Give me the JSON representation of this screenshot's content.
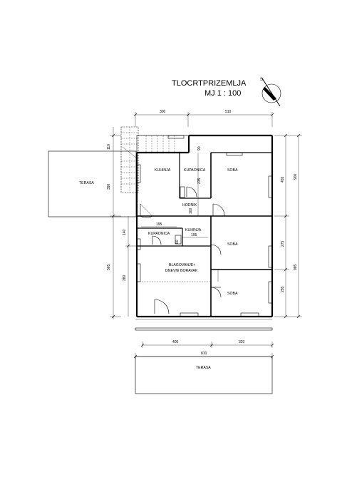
{
  "title": {
    "line1": "TLOCRTPRIZEMLJA",
    "line2": "MJ 1 : 100"
  },
  "north_arrow": {
    "icon": "north-arrow-icon",
    "label": "S"
  },
  "rooms": {
    "kuhinja_top": "KUHINJA",
    "kupaonica_top": "KUPAONICA",
    "soba_top": "SOBA",
    "hodnik": "HODNIK",
    "kupaonica_bottom": "KUPAONICA",
    "kuhinja_bottom": "KUHINJA",
    "soba_mid": "SOBA",
    "blagovanje_line1": "BLAGOVANJE+",
    "blagovanje_line2": "DNEVNI BORAVAK",
    "soba_bottom": "SOBA",
    "terasa_left": "TERASA",
    "terasa_bottom": "TERASA"
  },
  "dimensions": {
    "top_left": "300",
    "top_right": "510",
    "left_110": "110",
    "left_390": "390",
    "left_565": "565",
    "left_140": "140",
    "left_380": "380",
    "right_455": "455",
    "right_900": "900",
    "right_275": "275",
    "right_985": "985",
    "right_255": "255",
    "bottom_400": "400",
    "bottom_320": "320",
    "bottom_810": "810",
    "inner_90": "90",
    "inner_235": "235",
    "inner_100": "100",
    "inner_195_a": "195",
    "inner_195_b": "195",
    "inner_60": "60"
  }
}
